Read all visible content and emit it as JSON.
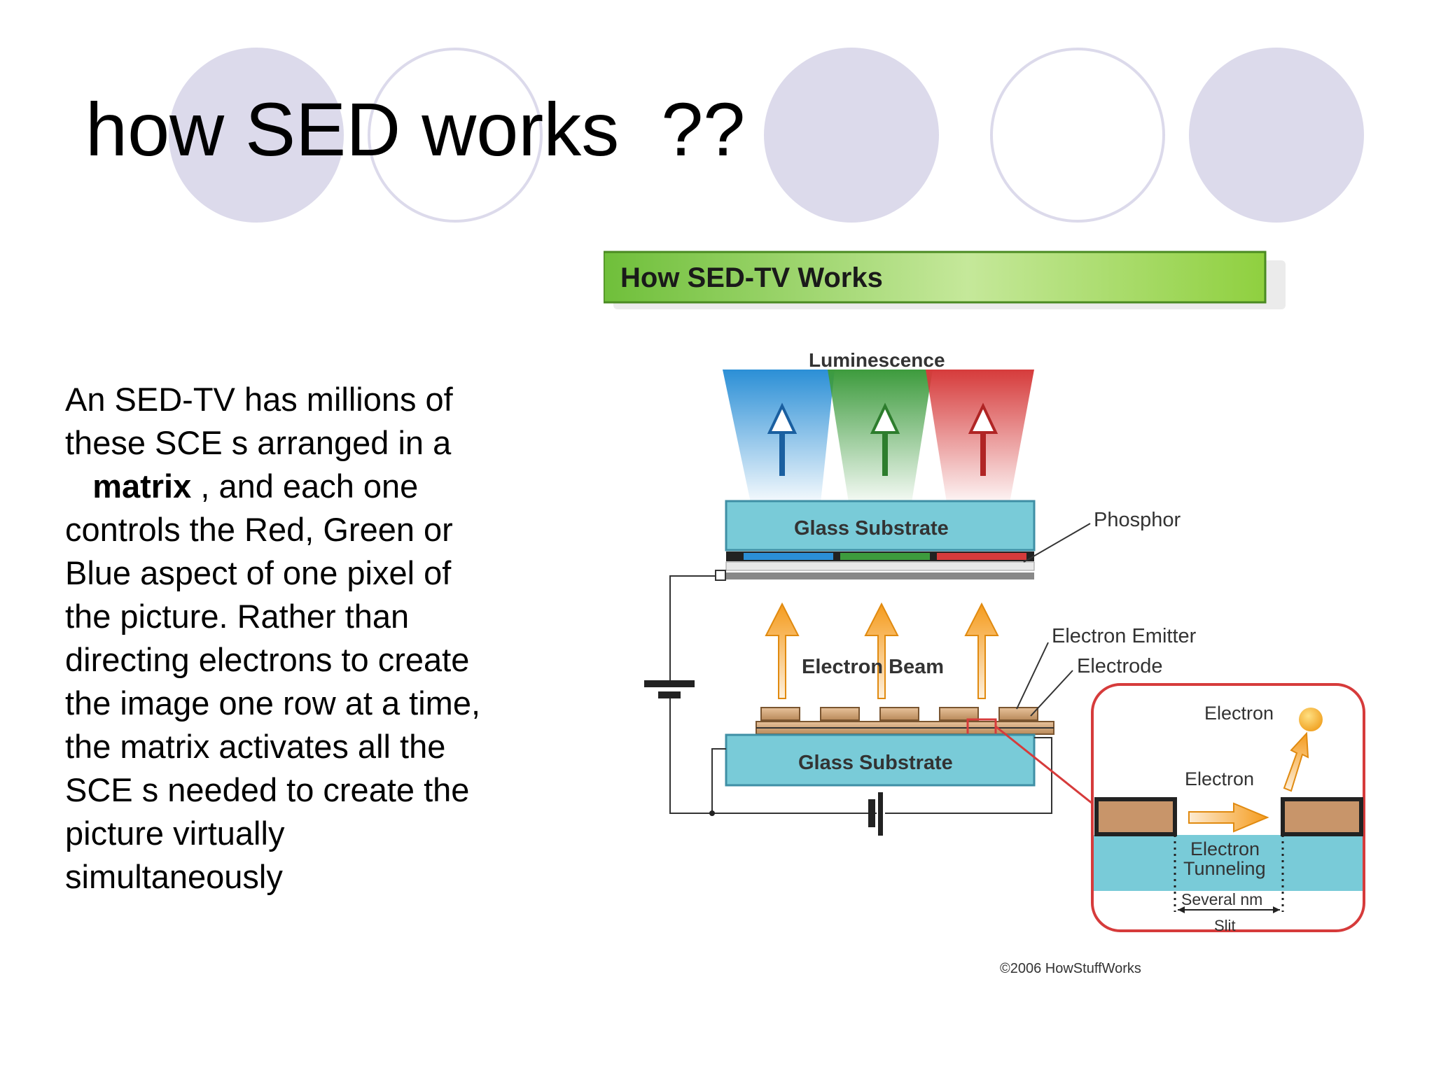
{
  "slide": {
    "title": "how SED works  ??",
    "body": {
      "line1": "An SED-TV has millions of",
      "line2": "these SCE s arranged in a",
      "line3_indent": "   ",
      "line3_bold": "matrix",
      "line3_rest": " , and each one",
      "line4": "controls the Red, Green or",
      "line5": "Blue aspect of one pixel of",
      "line6": "the picture. Rather than",
      "line7": "directing electrons to create",
      "line8": "the image one row at a time,",
      "line9": "the matrix activates all the",
      "line10": "SCE s needed to create the",
      "line11": "picture virtually",
      "line12": "simultaneously"
    }
  },
  "diagram": {
    "banner": "How SED-TV Works",
    "luminescence": "Luminescence",
    "glass_substrate_top": "Glass Substrate",
    "phosphor": "Phosphor",
    "electron_beam": "Electron Beam",
    "electron_emitter": "Electron Emitter",
    "electrode": "Electrode",
    "glass_substrate_bottom": "Glass Substrate",
    "inset_electron_top": "Electron",
    "inset_electron_mid": "Electron",
    "inset_tunneling_1": "Electron",
    "inset_tunneling_2": "Tunneling",
    "inset_several_nm": "Several nm",
    "inset_slit": "Slit",
    "copyright": "©2006 HowStuffWorks"
  },
  "colors": {
    "deco_circle": "#dcdaeb",
    "banner_green": "#7ecb3a",
    "glass": "#79cbd8",
    "beam_orange": "#f59b1c",
    "inset_border": "#d63b3b",
    "blue": "#2b8fd6",
    "green": "#3d9b3d",
    "red": "#d63b3b"
  }
}
